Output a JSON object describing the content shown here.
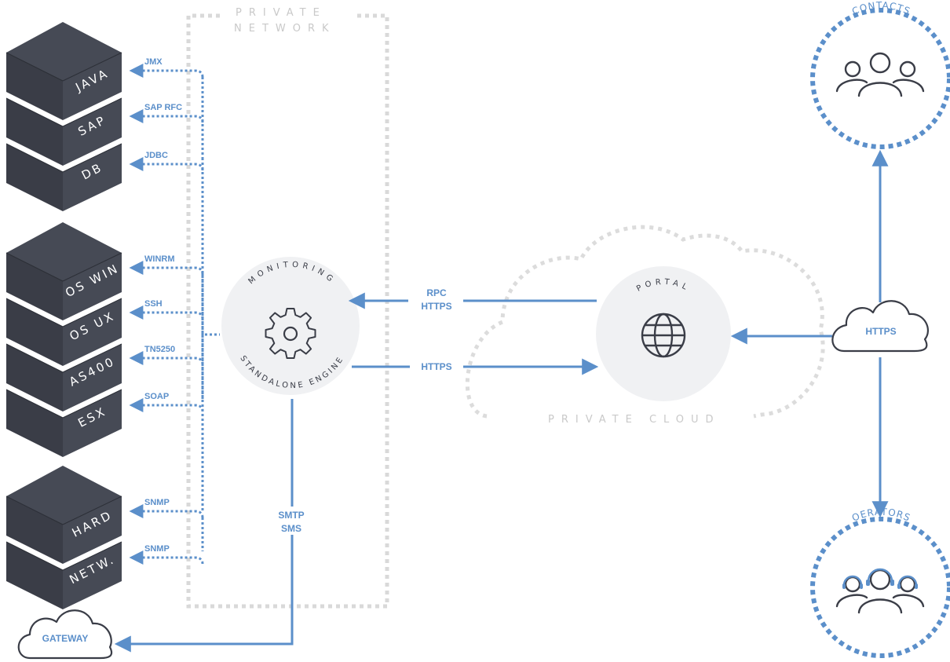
{
  "zones": {
    "private_network": [
      "PRIVATE",
      "NETWORK"
    ],
    "private_cloud": "PRIVATE CLOUD"
  },
  "systems": [
    {
      "label": "JAVA",
      "protocol": "JMX"
    },
    {
      "label": "SAP",
      "protocol": "SAP RFC"
    },
    {
      "label": "DB",
      "protocol": "JDBC"
    },
    {
      "label": "OS WIN",
      "protocol": "WINRM"
    },
    {
      "label": "OS UX",
      "protocol": "SSH"
    },
    {
      "label": "AS400",
      "protocol": "TN5250"
    },
    {
      "label": "ESX",
      "protocol": "SOAP"
    },
    {
      "label": "HARD",
      "protocol": "SNMP"
    },
    {
      "label": "NETW.",
      "protocol": "SNMP"
    }
  ],
  "engine": {
    "title": "MONITORING",
    "subtitle": "STANDALONE ENGINE",
    "icon": "gear-icon"
  },
  "portal": {
    "title": "PORTAL",
    "icon": "globe-icon"
  },
  "links": {
    "portal_to_engine": [
      "RPC",
      "HTTPS"
    ],
    "engine_to_portal": "HTTPS",
    "engine_to_gateway": [
      "SMTP",
      "SMS"
    ],
    "internet": "HTTPS"
  },
  "gateway": "GATEWAY",
  "contacts": {
    "title": "CONTACTS",
    "icon": "people-group-icon"
  },
  "operators": {
    "title": "OERATORS",
    "icon": "headset-operators-icon"
  },
  "colors": {
    "accent": "#5b8fca",
    "box_dark": "#3a3d47",
    "box_mid": "#464a55",
    "zone_gray": "#d9d9d9",
    "node_fill": "#f0f1f3"
  }
}
